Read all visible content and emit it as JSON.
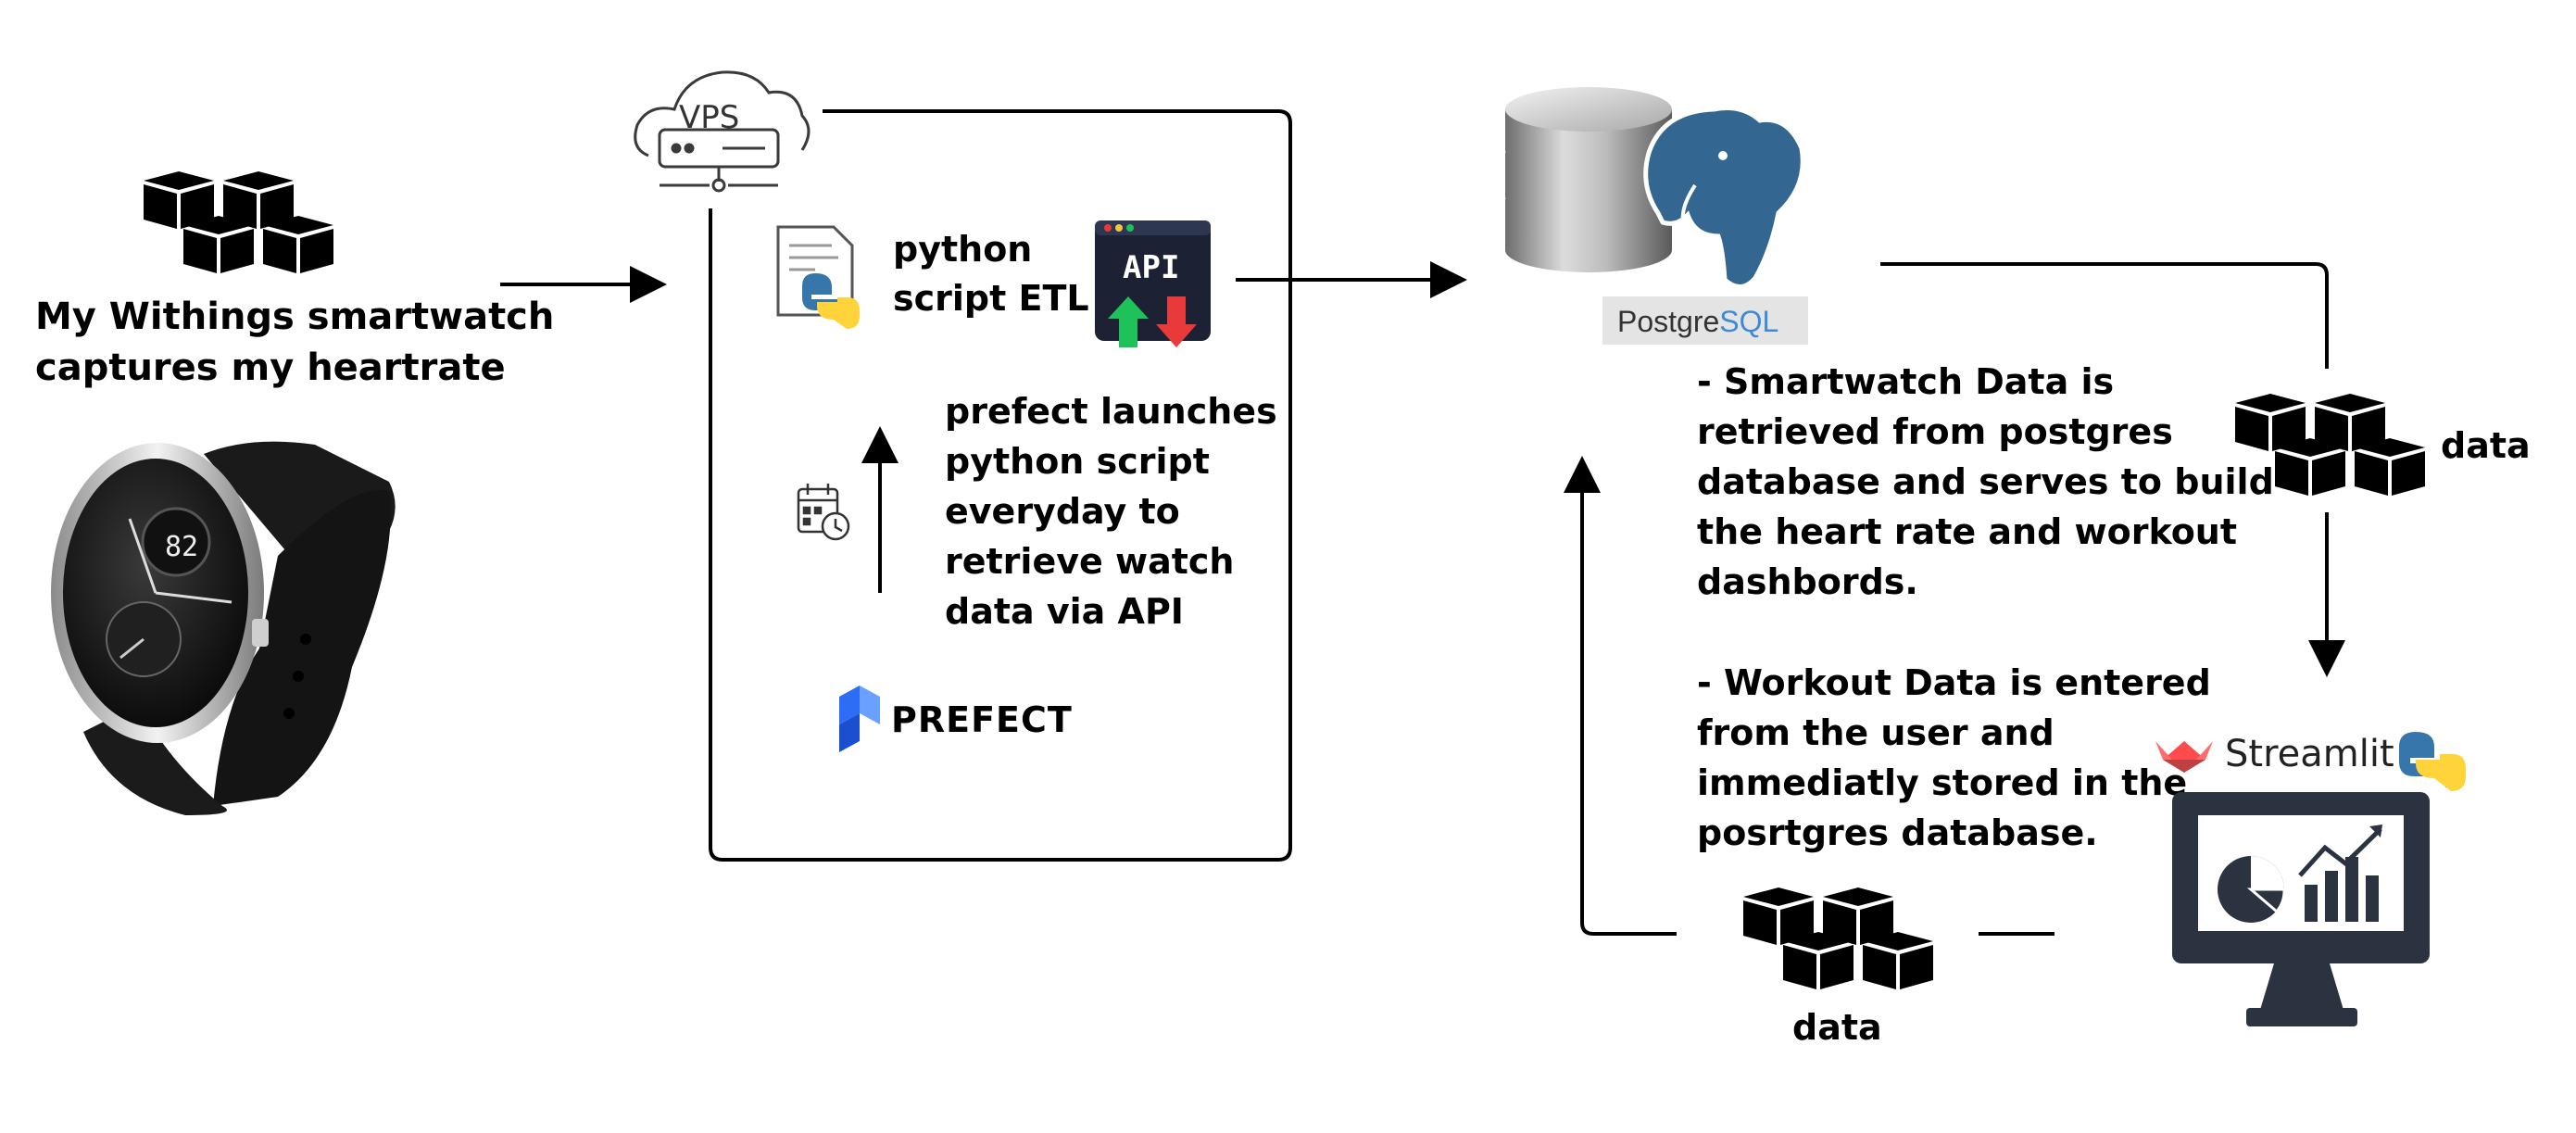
{
  "source": {
    "caption_line1": "My Withings smartwatch",
    "caption_line2": "captures my heartrate",
    "icon": "data-blocks-icon",
    "device_icon": "smartwatch-icon"
  },
  "vps": {
    "label": "VPS",
    "icon": "cloud-server-icon",
    "script_label_line1": "python",
    "script_label_line2": "script ETL",
    "script_icon": "python-script-icon",
    "api_label": "API",
    "api_icon": "api-icon",
    "schedule_icon": "calendar-clock-icon",
    "prefect_note": [
      "prefect launches",
      "python script",
      "everyday to",
      "retrieve watch",
      "data via API"
    ],
    "prefect_logo_text": "PREFECT"
  },
  "database": {
    "icon": "database-icon",
    "logo_text_part1": "Postgre",
    "logo_text_part2": "SQL",
    "note1": [
      "- Smartwatch Data is",
      "retrieved from postgres",
      "database and serves to build",
      "the heart rate and workout",
      "dashbords."
    ],
    "note2": [
      "- Workout Data is entered",
      "from the user and",
      "immediatly stored in the",
      "posrtgres database."
    ]
  },
  "flows": {
    "right_data_label": "data",
    "bottom_data_label": "data"
  },
  "app": {
    "logo_text": "Streamlit",
    "icon": "dashboard-monitor-icon"
  },
  "colors": {
    "api_green": "#1fc25a",
    "api_red": "#e83a3a",
    "api_bg": "#1c2233",
    "postgres_blue": "#336791",
    "postgres_sql_blue": "#3c8ad8",
    "prefect_blue": "#2d6df6",
    "streamlit_red": "#ff4b4b",
    "python_blue": "#3776ab",
    "python_yellow": "#ffd43b",
    "monitor_dark": "#2b3340"
  }
}
